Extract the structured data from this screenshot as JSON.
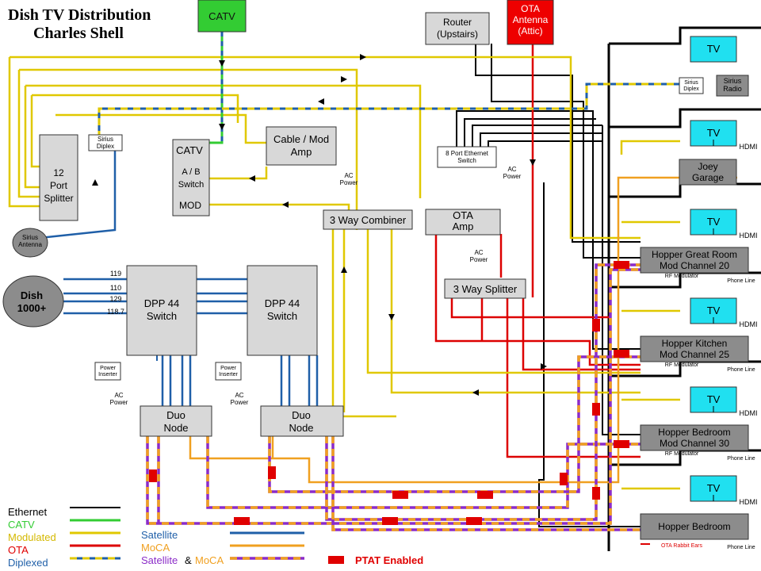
{
  "title": {
    "line1": "Dish TV Distribution",
    "line2": "Charles Shell"
  },
  "colors": {
    "ethernet": "#000000",
    "catv": "#33cc33",
    "modulated": "#e0c800",
    "ota": "#e00000",
    "satellite": "#1f5fa8",
    "moca": "#f0a020",
    "satmoca_a": "#8b2cc8",
    "satmoca_b": "#f0a020",
    "ptat": "#e00000",
    "diplex_a": "#1f5fa8",
    "diplex_b": "#e0c800",
    "box_gray": "#d8d8d8",
    "box_dark": "#8c8c8c",
    "tv_cyan": "#20e0f0",
    "catv_box": "#33cc33",
    "ota_box": "#ee0000"
  },
  "boxes": {
    "catv": "CATV",
    "router": [
      "Router",
      "(Upstairs)"
    ],
    "ota_antenna": [
      "OTA",
      "Antenna",
      "(Attic)"
    ],
    "splitter12": [
      "12",
      "Port",
      "Splitter"
    ],
    "sirius_diplex_left": [
      "Sirius",
      "Diplex"
    ],
    "catv_switch": [
      "CATV",
      "A / B",
      "Switch",
      "MOD"
    ],
    "cable_mod_amp": [
      "Cable /  Mod",
      "Amp"
    ],
    "eth_switch": [
      "8 Port Ethernet",
      "Switch"
    ],
    "combiner": "3 Way Combiner",
    "ota_amp": [
      "OTA",
      "Amp"
    ],
    "splitter3": "3 Way Splitter",
    "sirius_antenna": [
      "Sirius",
      "Antenna"
    ],
    "dish": [
      "Dish",
      "1000+"
    ],
    "dpp1": [
      "DPP 44",
      "Switch"
    ],
    "dpp2": [
      "DPP 44",
      "Switch"
    ],
    "power_inserter": [
      "Power",
      "Inserter"
    ],
    "duo1": [
      "Duo",
      "Node"
    ],
    "duo2": [
      "Duo",
      "Node"
    ],
    "tv": "TV",
    "sirius_diplex_right": [
      "Sirius",
      "Diplex"
    ],
    "sirius_radio": [
      "Sirius",
      "Radio"
    ],
    "joey": [
      "Joey",
      "Garage"
    ],
    "hopper_great": [
      "Hopper Great Room",
      "Mod Channel 20"
    ],
    "hopper_kitchen": [
      "Hopper Kitchen",
      "Mod Channel 25"
    ],
    "hopper_bed30": [
      "Hopper Bedroom",
      "Mod Channel 30"
    ],
    "hopper_bed": "Hopper Bedroom"
  },
  "labels": {
    "ac_power": [
      "AC",
      "Power"
    ],
    "hdmi": "HDMI",
    "rf_modulator": "RF Modulator",
    "phone_line": "Phone Line",
    "ota_rabbit_ears": "OTA Rabbit Ears",
    "sat_numbers": [
      "119",
      "110",
      "129",
      "118.7"
    ]
  },
  "legend": {
    "ethernet": "Ethernet",
    "catv": "CATV",
    "modulated": "Modulated",
    "ota": "OTA",
    "diplexed": "Diplexed",
    "satellite": "Satellite",
    "moca": "MoCA",
    "satellite_amp": "Satellite",
    "amp": "&",
    "moca2": "MoCA",
    "ptat": "PTAT  Enabled"
  }
}
